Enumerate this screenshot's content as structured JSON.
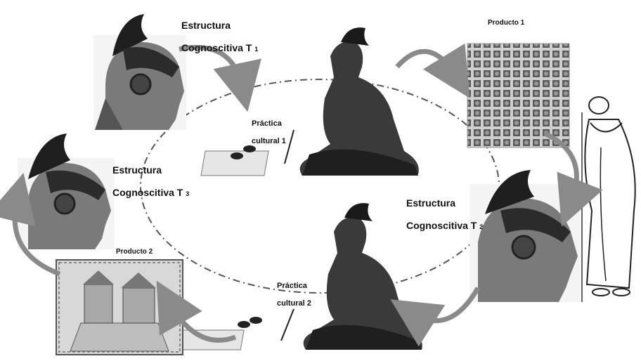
{
  "labels": {
    "structure_t1": {
      "line1": "Estructura",
      "line2": "Cognoscitiva T",
      "sub": "1"
    },
    "structure_t2": {
      "line1": "Estructura",
      "line2": "Cognoscitiva T",
      "sub": "2"
    },
    "structure_t3": {
      "line1": "Estructura",
      "line2": "Cognoscitiva T",
      "sub": "3"
    },
    "product_1": "Producto 1",
    "product_2": "Producto 2",
    "practice_1": {
      "line1": "Práctica",
      "line2": "cultural 1"
    },
    "practice_2": {
      "line1": "Práctica",
      "line2": "cultural 2"
    }
  },
  "icons": [
    "head-profile-icon",
    "seated-scribe-icon",
    "codex-glyphs-icon",
    "friar-figure-icon",
    "temple-painting-icon",
    "curved-arrow-icon",
    "ink-pots-icon"
  ],
  "colors": {
    "arrow": "#8a8a8a",
    "ellipse": "#555555",
    "figure_dark": "#2a2a2a",
    "figure_mid": "#6b6b6b",
    "paper": "#e6e6e6"
  }
}
